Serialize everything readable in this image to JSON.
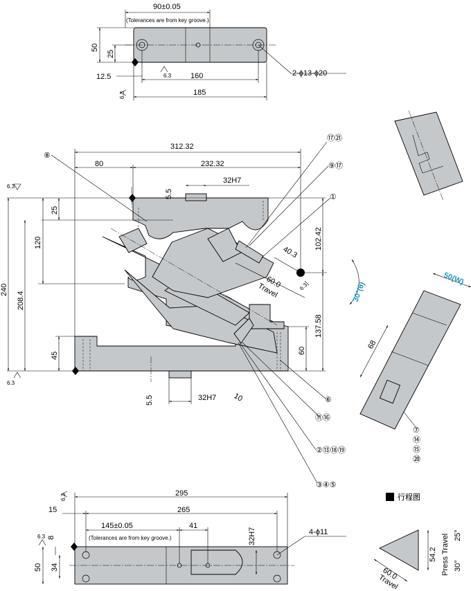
{
  "top_view": {
    "dim_90": "90±0.05",
    "tol_note": "(Tolerances are from key groove.)",
    "dim_50": "50",
    "dim_25": "25",
    "dim_12_5": "12.5",
    "dim_160": "160",
    "dim_185": "185",
    "roughness": "6.3",
    "hole_note": "2-ϕ13-ϕ20"
  },
  "front_view": {
    "dim_312_32": "312.32",
    "dim_80": "80",
    "dim_232_32": "232.32",
    "dim_32h7_top": "32H7",
    "dim_5_5_top": "5.5",
    "dim_25": "25",
    "dim_120": "120",
    "dim_240": "240",
    "dim_208_4": "208.4",
    "dim_45": "45",
    "dim_102_42": "102.42",
    "dim_137_58": "137.58",
    "dim_60": "60",
    "dim_40_3": "40.3",
    "dim_60_0": "60.0",
    "travel": "Travel",
    "angle": "30°(θ)",
    "dim_5_5_bottom": "5.5",
    "dim_32h7_bottom": "32H7",
    "dim_10": "10",
    "roughness": "6.3"
  },
  "balloons": {
    "b1": "⑰㉑",
    "b2": "⑨⑰",
    "b3": "①",
    "b4": "⑧",
    "b5": "⑥",
    "b6": "⑪⑯",
    "b7": "②⑬⑱⑲",
    "b8": "③④⑤",
    "b9": "⑦",
    "b10": "⑭",
    "b11": "⑮",
    "b12": "⑳"
  },
  "side_view": {
    "width": "50(W)",
    "dim_68": "68"
  },
  "bottom_view": {
    "dim_295": "295",
    "dim_15": "15",
    "dim_265": "265",
    "dim_145": "145±0.05",
    "dim_41": "41",
    "dim_32h7": "32H7",
    "tol_note": "(Tolerances are from key groove.)",
    "hole_note": "4-ϕ11",
    "dim_8": "8",
    "dim_50": "50",
    "dim_34": "34",
    "roughness": "6.3"
  },
  "stroke_diagram": {
    "legend": "行程图",
    "dim_54_2": "54.2",
    "press_travel": "Press Travel",
    "angle_25": "25°",
    "angle_30": "30°",
    "dim_60_0": "60.0",
    "travel": "Travel"
  }
}
